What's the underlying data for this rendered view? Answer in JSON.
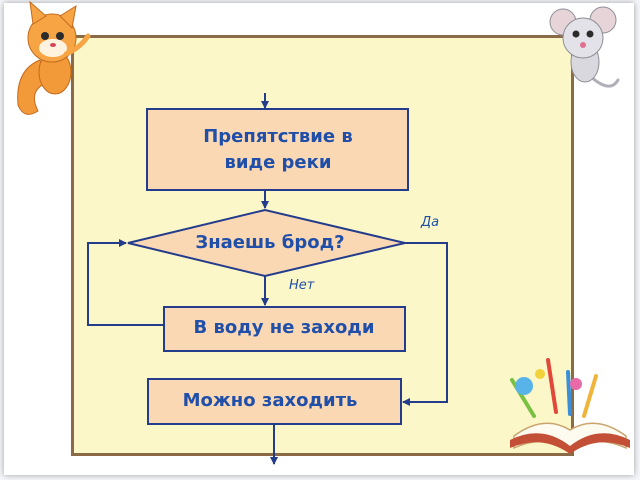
{
  "flowchart": {
    "nodes": {
      "process_river": "Препятствие в виде реки",
      "decision_ford": "Знаешь брод?",
      "process_no_entry": "В воду не заходи",
      "process_can_enter": "Можно заходить"
    },
    "branches": {
      "yes": "Да",
      "no": "Нет"
    }
  },
  "colors": {
    "board_background": "#fbf7c8",
    "board_border": "#8b6a48",
    "block_fill": "#fbd8b4",
    "block_border": "#243c8c",
    "text": "#1f4fa8"
  },
  "decorations": [
    "cat-cartoon",
    "mouse-cartoon",
    "open-book-with-school-supplies"
  ]
}
